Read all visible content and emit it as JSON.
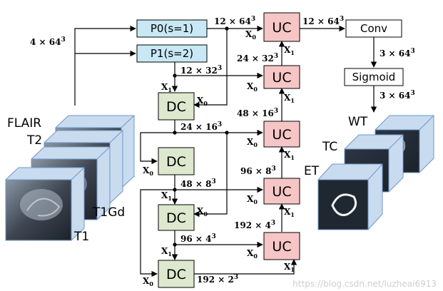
{
  "inputs": {
    "modalities": [
      "FLAIR",
      "T2",
      "T1Gd",
      "T1"
    ],
    "input_size": "4 × 64",
    "input_size_exp": "3"
  },
  "pooling": {
    "p0": "P0(s=1)",
    "p1": "P1(s=2)"
  },
  "blocks": {
    "dc": "DC",
    "uc": "UC",
    "conv": "Conv",
    "sigmoid": "Sigmoid"
  },
  "ports": {
    "x0": "X",
    "x1": "X",
    "sub0": "0",
    "sub1": "1"
  },
  "sizes": {
    "s1": "12 × 64",
    "s2": "12 × 32",
    "s3": "24 × 32",
    "s4": "24 × 16",
    "s5": "48 × 16",
    "s6": "48 × 8",
    "s7": "96 × 8",
    "s8": "96 × 4",
    "s9": "192 × 4",
    "s10": "192 × 2",
    "s11": "12 × 64",
    "s12": "3 × 64",
    "s13": "3 × 64",
    "exp": "3"
  },
  "outputs": {
    "labels": [
      "WT",
      "TC",
      "ET"
    ]
  },
  "watermark": "https://blog.csdn.net/luzheai6913",
  "colors": {
    "pool": "#c8e8f5",
    "dc": "#dde8cf",
    "uc": "#f6c6c6",
    "cube_edge": "#6f97c8"
  }
}
